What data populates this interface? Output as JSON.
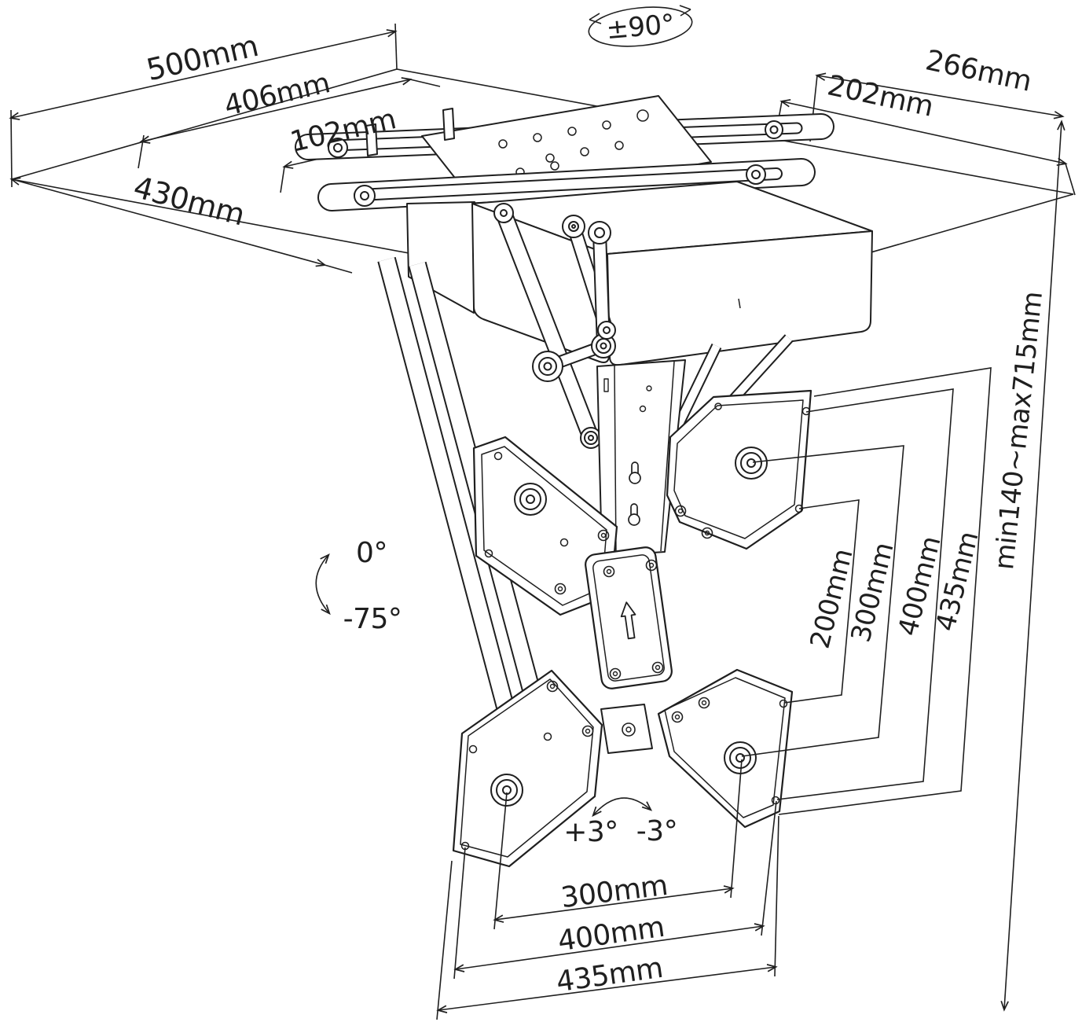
{
  "colors": {
    "line": "#1f1f1f",
    "background": "#ffffff"
  },
  "dimensions": {
    "ceiling_plate": {
      "width": "500mm",
      "bar_span": "406mm",
      "center_gap": "102mm",
      "depth": "430mm",
      "side_depth": "266mm",
      "side_span": "202mm"
    },
    "motion": {
      "swivel": "±90°",
      "fold_upper": "0°",
      "fold_lower": "-75°",
      "tilt_forward": "+3°",
      "tilt_back": "-3°"
    },
    "vesa_vertical": {
      "v200": "200mm",
      "v300": "300mm",
      "v400": "400mm",
      "v435": "435mm"
    },
    "drop_height": {
      "range": "min140~max715mm"
    },
    "vesa_horizontal": {
      "h300": "300mm",
      "h400": "400mm",
      "h435": "435mm"
    }
  }
}
